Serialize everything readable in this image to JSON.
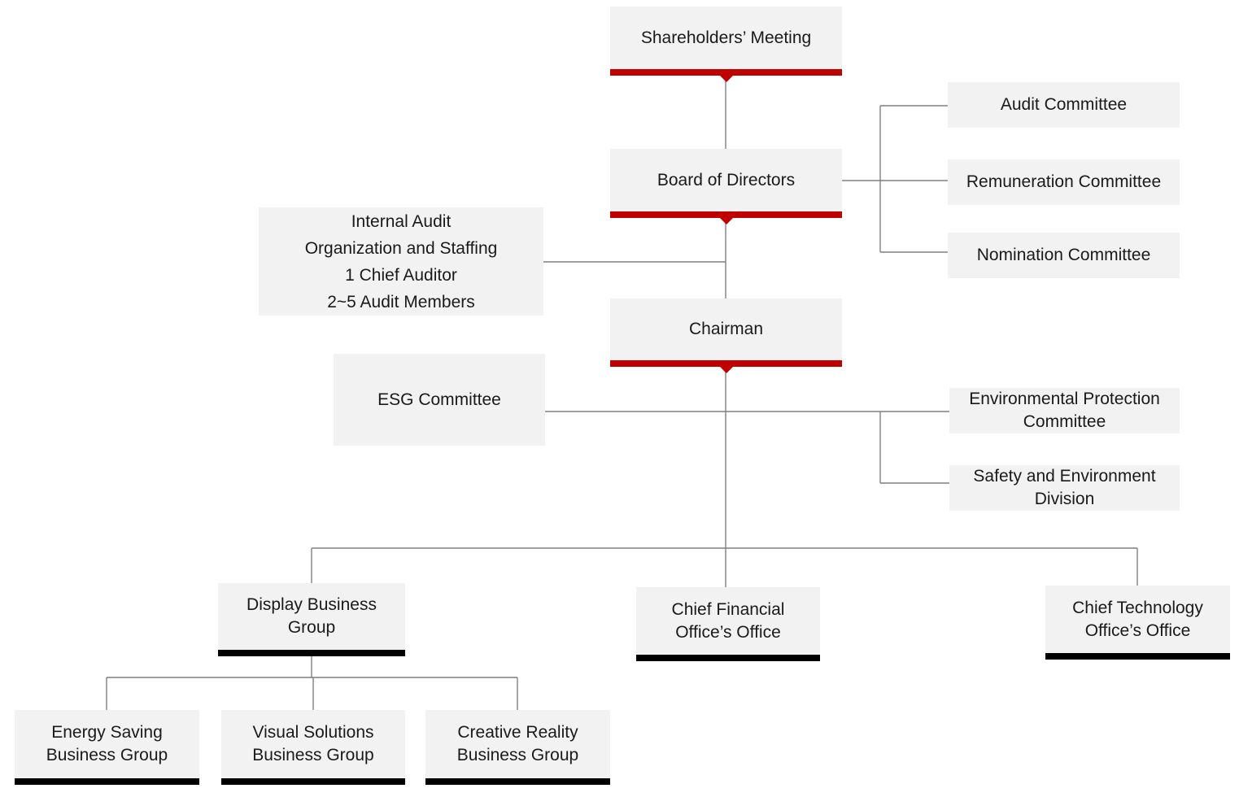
{
  "colors": {
    "box_fill": "#f2f2f2",
    "accent_red": "#c00000",
    "underline_black": "#000000",
    "connector_gray": "#7f7f7f",
    "text": "#1a1a1a"
  },
  "nodes": {
    "shareholders_meeting": {
      "label": "Shareholders’ Meeting"
    },
    "board_of_directors": {
      "label": "Board of Directors"
    },
    "chairman": {
      "label": "Chairman"
    },
    "audit_committee": {
      "label": "Audit Committee"
    },
    "remuneration_committee": {
      "label": "Remuneration Committee"
    },
    "nomination_committee": {
      "label": "Nomination Committee"
    },
    "internal_audit": {
      "lines": [
        "Internal Audit",
        "Organization and Staffing",
        "1 Chief Auditor",
        "2~5 Audit Members"
      ]
    },
    "esg_committee": {
      "label": "ESG Committee"
    },
    "environmental_protection_committee": {
      "label": "Environmental Protection Committee"
    },
    "safety_and_environment_division": {
      "label": "Safety and Environment Division"
    },
    "display_business_group": {
      "label": "Display Business Group"
    },
    "chief_financial_office": {
      "label": "Chief Financial Office’s Office"
    },
    "chief_technology_office": {
      "label": "Chief Technology Office’s Office"
    },
    "energy_saving_business_group": {
      "label": "Energy Saving Business Group"
    },
    "visual_solutions_business_group": {
      "label": "Visual Solutions Business Group"
    },
    "creative_reality_business_group": {
      "label": "Creative Reality Business Group"
    }
  }
}
